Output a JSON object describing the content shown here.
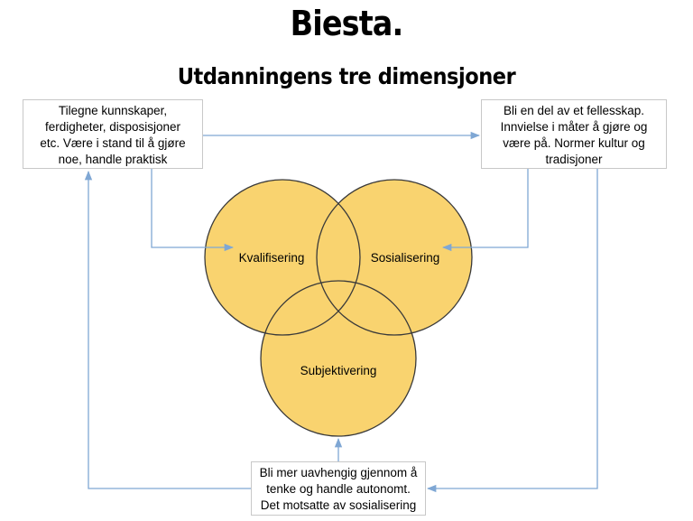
{
  "title": "Biesta.",
  "subtitle": "Utdanningens tre dimensjoner",
  "circles": {
    "qualification": "Kvalifisering",
    "socialization": "Sosialisering",
    "subjectification": "Subjektivering"
  },
  "boxes": {
    "left": [
      "Tilegne kunnskaper,",
      "ferdigheter, disposisjoner",
      "etc. Være i stand til å gjøre",
      "noe, handle praktisk"
    ],
    "right": [
      "Bli en del av et fellesskap.",
      "Innvielse i måter å gjøre og",
      "være på. Normer kultur og",
      "tradisjoner"
    ],
    "bottom": [
      "Bli mer uavhengig gjennom å",
      "tenke og handle autonomt.",
      "Det motsatte av sosialisering"
    ]
  },
  "colors": {
    "circle_fill": "#F9D36F",
    "circle_stroke": "#3A3A3A",
    "arrow": "#7FA7D4",
    "box_border": "#C8C8C8"
  }
}
